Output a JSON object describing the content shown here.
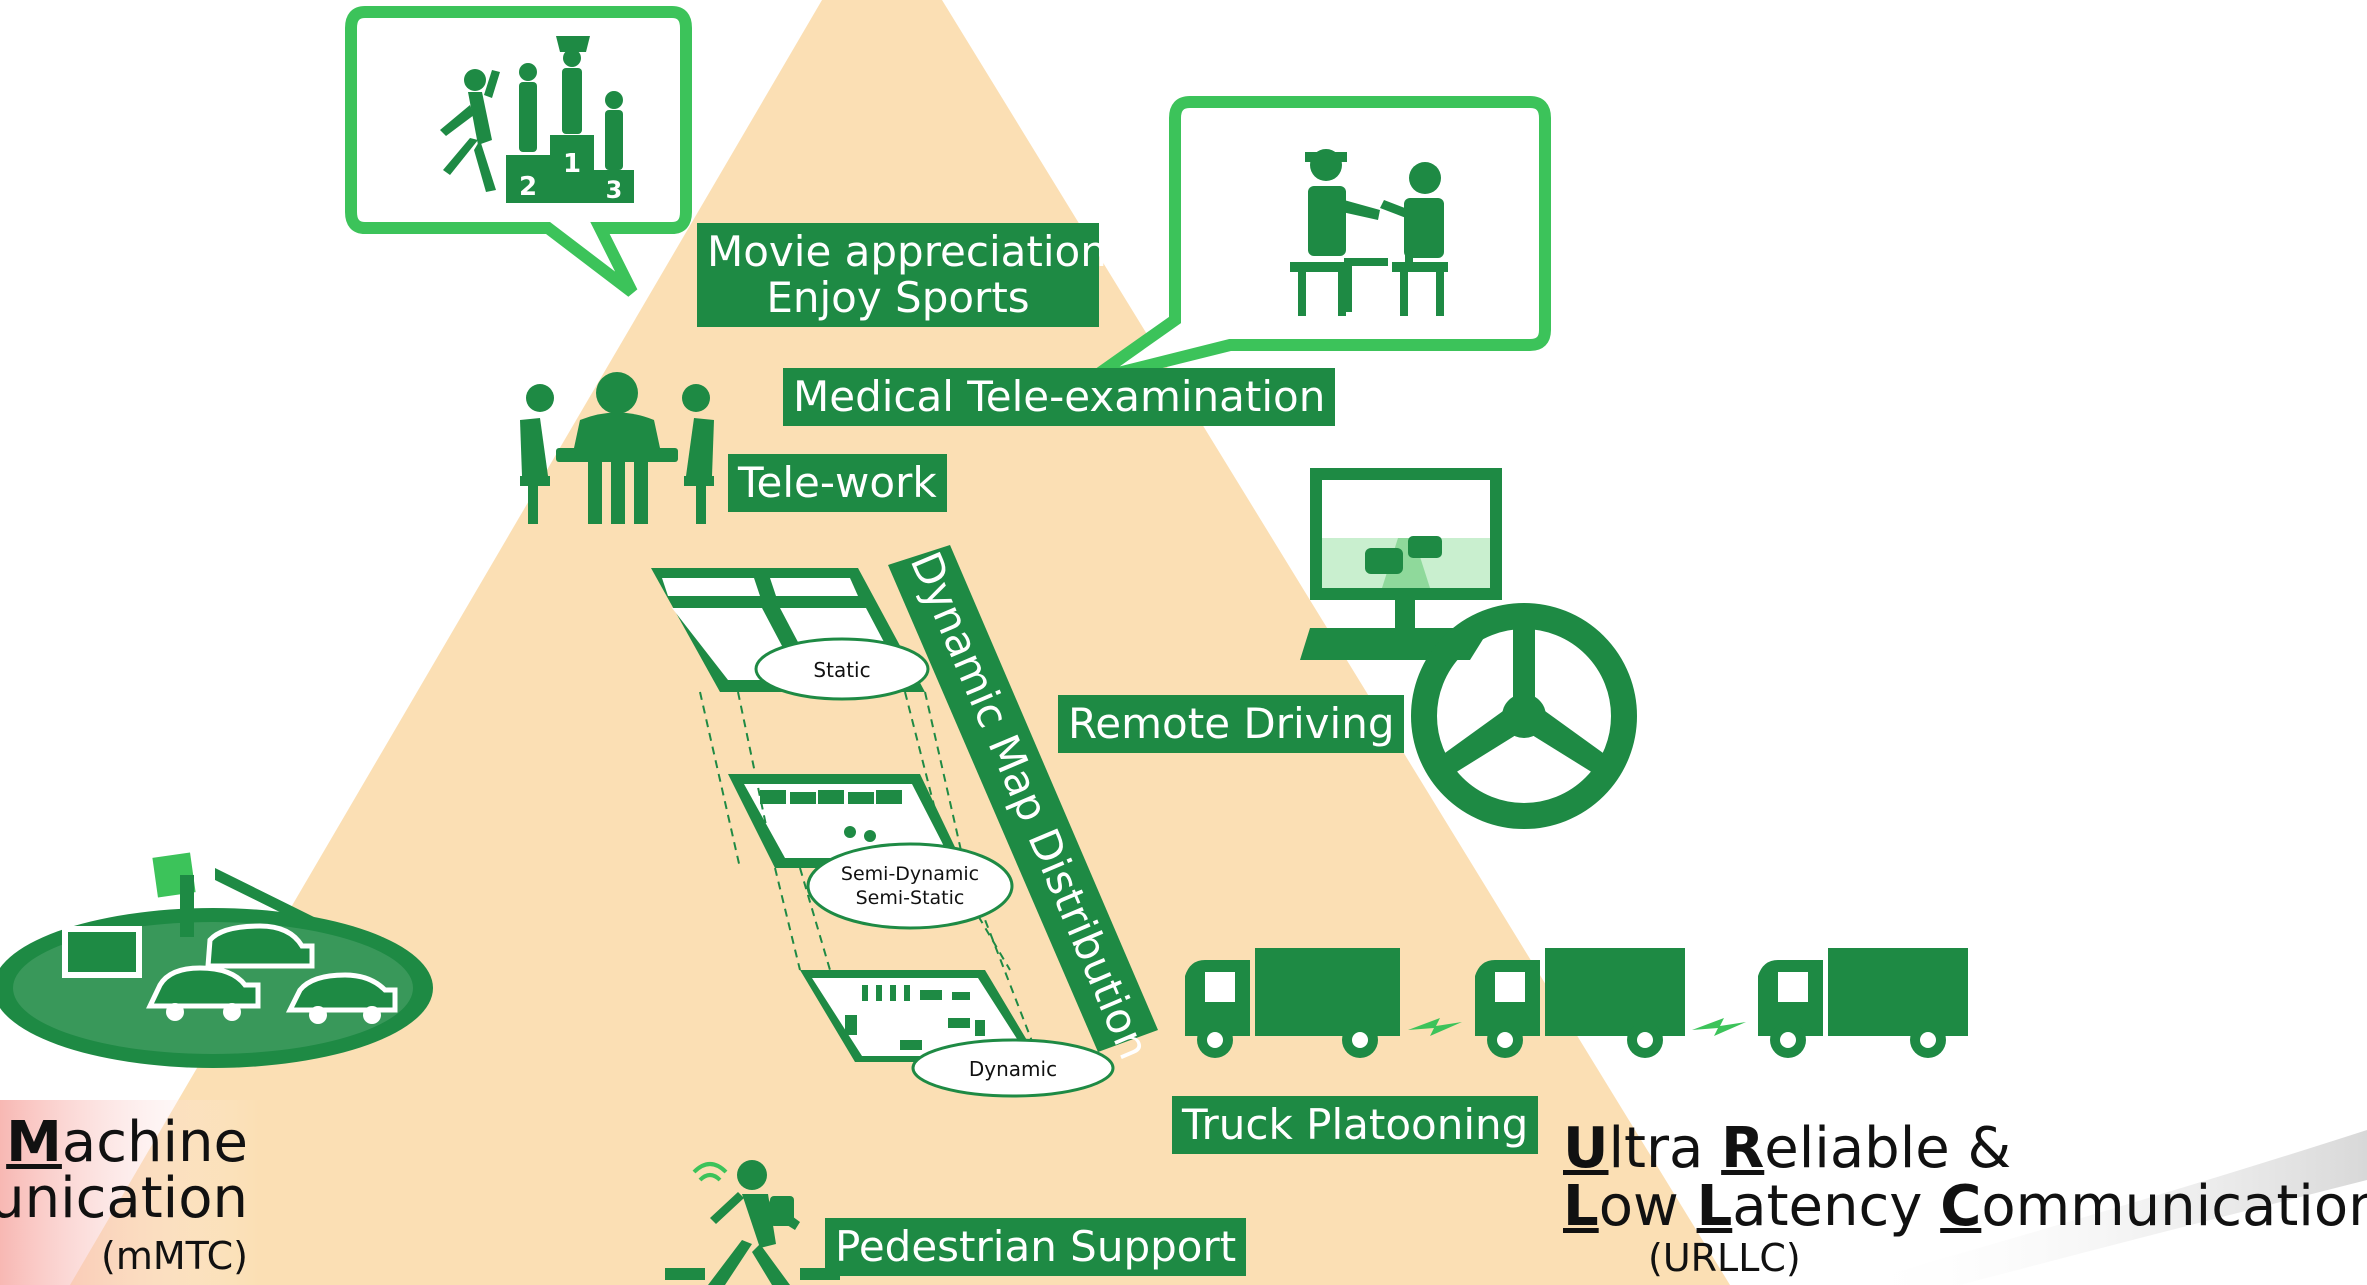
{
  "colors": {
    "pyramid": "#fbdfb4",
    "green": "#1e8a44",
    "bright_green": "#3cc35a",
    "text": "#111111",
    "mmtc_fade": "#f6a6a0"
  },
  "labels": {
    "movie_line1": "Movie appreciation",
    "movie_line2": "Enjoy Sports",
    "medical": "Medical Tele-examination",
    "telework": "Tele-work",
    "remote_driving": "Remote Driving",
    "truck_platooning": "Truck Platooning",
    "pedestrian": "Pedestrian Support",
    "dynamic_map": "Dynamic Map Distribution"
  },
  "map_layers": {
    "static": "Static",
    "semi_line1": "Semi-Dynamic",
    "semi_line2": "Semi-Static",
    "dynamic": "Dynamic"
  },
  "podium": {
    "p1": "1",
    "p2": "2",
    "p3": "3"
  },
  "mmtc": {
    "line1_pre": "e ",
    "line1_u": "M",
    "line1_post": "achine",
    "line2": "unication",
    "abbr": "(mMTC)"
  },
  "urllc": {
    "l1_u1": "U",
    "l1_t1": "ltra ",
    "l1_u2": "R",
    "l1_t2": "eliable &",
    "l2_u1": "L",
    "l2_t1": "ow ",
    "l2_u2": "L",
    "l2_t2": "atency ",
    "l2_u3": "C",
    "l2_t3": "ommunication",
    "abbr": "(URLLC)"
  },
  "icons": [
    "sports-podium-icon",
    "medical-exam-icon",
    "meeting-table-icon",
    "monitor-road-icon",
    "steering-wheel-icon",
    "truck-icon",
    "pedestrian-icon",
    "connected-cars-icon"
  ]
}
